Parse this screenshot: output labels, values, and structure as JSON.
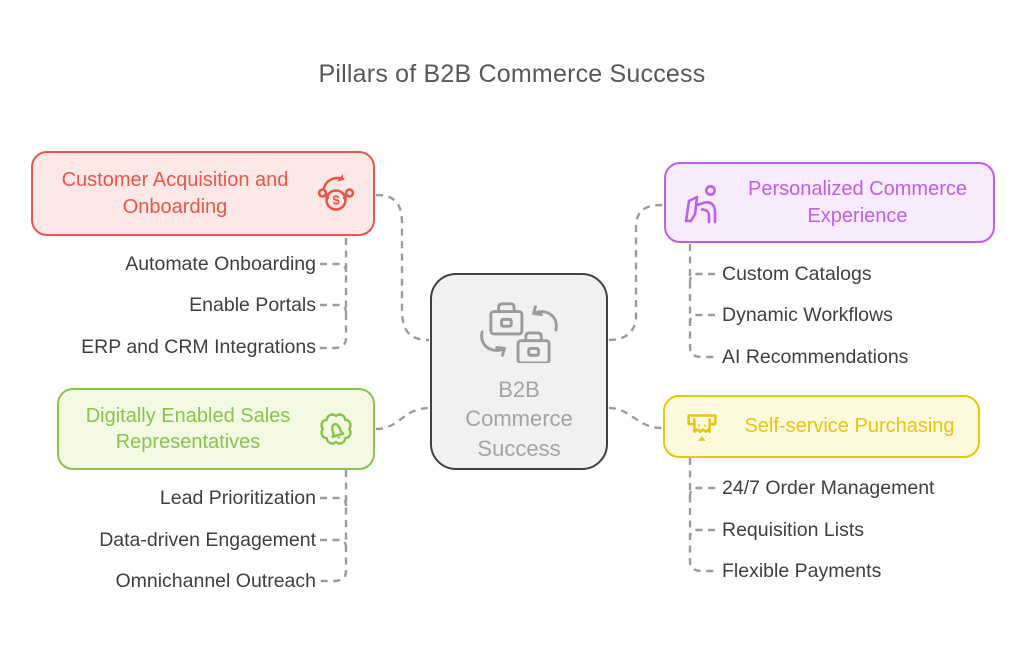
{
  "title": "Pillars of B2B Commerce Success",
  "palette": {
    "connector": "#9C9C9C",
    "title_text": "#58585A",
    "subitem_text": "#3F3F3F"
  },
  "center": {
    "label": "B2B Commerce Success",
    "icon": "briefcase-exchange-icon",
    "border": "#3F4043",
    "fill": "#F1F1F2",
    "text": "#A4A4A6",
    "icon_color": "#9B9B9D"
  },
  "branches": [
    {
      "id": "customer-acquisition-and-onboarding",
      "label": "Customer Acquisition and Onboarding",
      "icon": "coin-rotation-icon",
      "color": "#E8564C",
      "fill": "#FCE9E7",
      "children": [
        "Automate Onboarding",
        "Enable Portals",
        "ERP and CRM Integrations"
      ]
    },
    {
      "id": "digitally-enabled-sales-representatives",
      "label": "Digitally Enabled Sales Representatives",
      "icon": "badge-bell-icon",
      "color": "#8BC34A",
      "fill": "#F3F9E3",
      "children": [
        "Lead Prioritization",
        "Data-driven Engagement",
        "Omnichannel Outreach"
      ]
    },
    {
      "id": "personalized-commerce-experience",
      "label": "Personalized Commerce Experience",
      "icon": "person-kiosk-icon",
      "color": "#BE5FE8",
      "fill": "#F8EBFD",
      "children": [
        "Custom Catalogs",
        "Dynamic Workflows",
        "AI Recommendations"
      ]
    },
    {
      "id": "self-service-purchasing",
      "label": "Self-service Purchasing",
      "icon": "atm-receipt-icon",
      "color": "#E5C70E",
      "fill": "#FDF9DC",
      "children": [
        "24/7 Order Management",
        "Requisition Lists",
        "Flexible Payments"
      ]
    }
  ]
}
